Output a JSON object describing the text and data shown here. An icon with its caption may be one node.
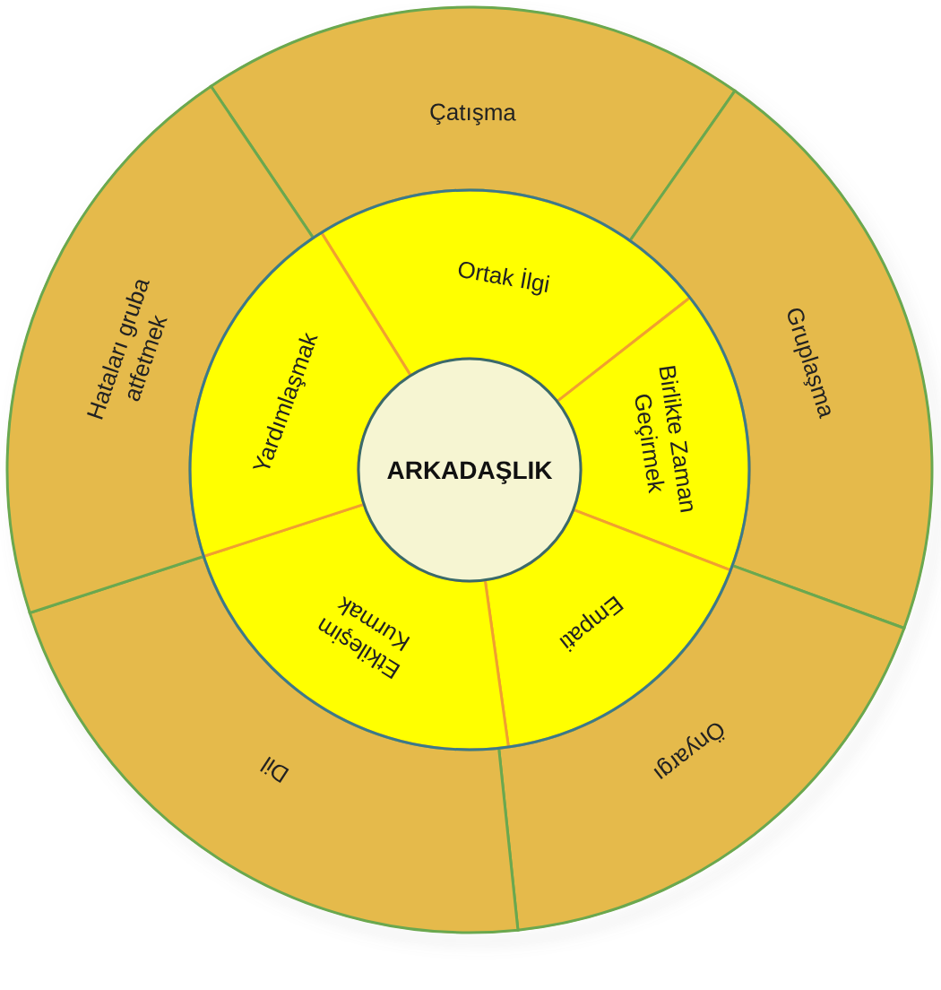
{
  "diagram": {
    "nodes": [
      {
        "text": [
          "ARKADAŞLIK"
        ]
      },
      {
        "text": [
          "Ortak İlgi"
        ]
      },
      {
        "text": [
          "Birlikte Zaman Geçirmek"
        ]
      },
      {
        "text": [
          "Empati"
        ]
      },
      {
        "text": [
          "Etkileşim Kurmak"
        ]
      },
      {
        "text": [
          "Yardımlaşmak"
        ]
      },
      {
        "text": [
          "Çatışma"
        ]
      },
      {
        "text": [
          "Gruplaşma"
        ]
      },
      {
        "text": [
          "Önyargı"
        ]
      },
      {
        "text": [
          "Dil"
        ]
      },
      {
        "text": [
          "Hataları gruba atfetmek"
        ]
      }
    ]
  }
}
